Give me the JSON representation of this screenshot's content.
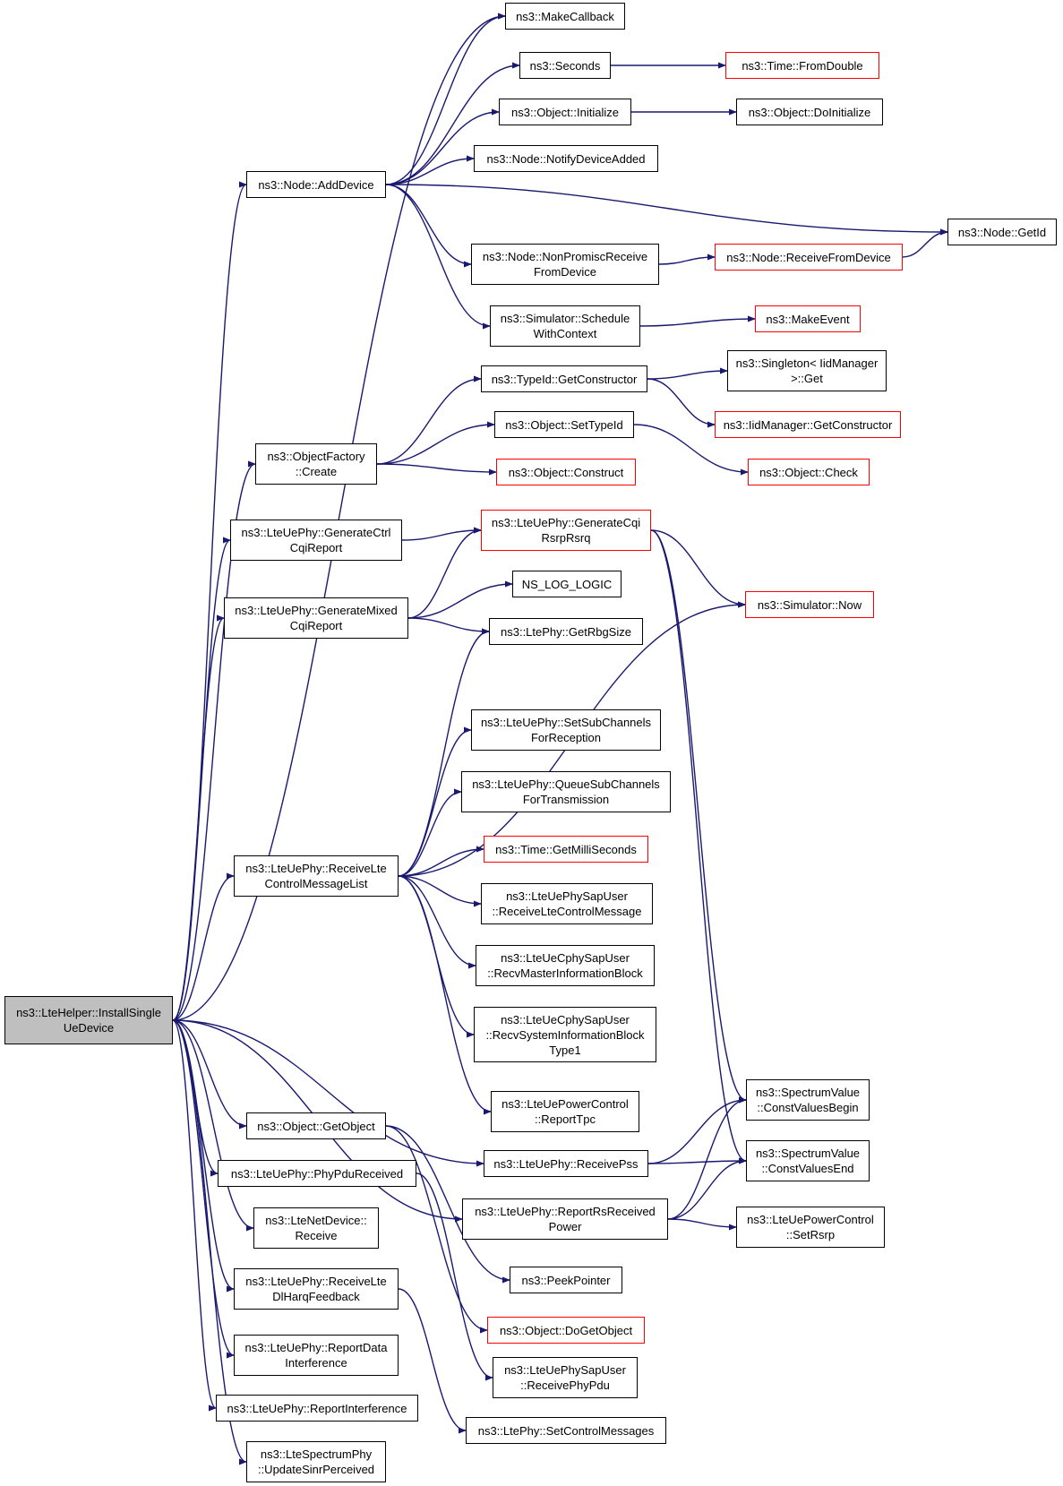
{
  "graph": {
    "type": "call-graph",
    "root": "ns3::LteHelper::InstallSingle UeDevice",
    "colors": {
      "edge": "#191970",
      "node_border": "#000000",
      "truncated_border": "#ff0000",
      "root_fill": "#bfbfbf"
    },
    "nodes": [
      {
        "id": "root",
        "label": "ns3::LteHelper::InstallSingle\nUeDevice",
        "style": "root"
      },
      {
        "id": "addDevice",
        "label": "ns3::Node::AddDevice",
        "style": "normal"
      },
      {
        "id": "makeCallback",
        "label": "ns3::MakeCallback",
        "style": "normal"
      },
      {
        "id": "seconds",
        "label": "ns3::Seconds",
        "style": "normal"
      },
      {
        "id": "fromDouble",
        "label": "ns3::Time::FromDouble",
        "style": "truncated"
      },
      {
        "id": "objInit",
        "label": "ns3::Object::Initialize",
        "style": "normal"
      },
      {
        "id": "doInit",
        "label": "ns3::Object::DoInitialize",
        "style": "normal"
      },
      {
        "id": "notifyAdded",
        "label": "ns3::Node::NotifyDeviceAdded",
        "style": "normal"
      },
      {
        "id": "getId",
        "label": "ns3::Node::GetId",
        "style": "normal"
      },
      {
        "id": "nonPromisc",
        "label": "ns3::Node::NonPromiscReceive\nFromDevice",
        "style": "normal"
      },
      {
        "id": "recvFromDev",
        "label": "ns3::Node::ReceiveFromDevice",
        "style": "truncated"
      },
      {
        "id": "schedCtx",
        "label": "ns3::Simulator::Schedule\nWithContext",
        "style": "normal"
      },
      {
        "id": "makeEvent",
        "label": "ns3::MakeEvent",
        "style": "truncated"
      },
      {
        "id": "getCtor",
        "label": "ns3::TypeId::GetConstructor",
        "style": "normal"
      },
      {
        "id": "singleton",
        "label": "ns3::Singleton< IidManager\n>::Get",
        "style": "normal"
      },
      {
        "id": "iidCtor",
        "label": "ns3::IidManager::GetConstructor",
        "style": "truncated"
      },
      {
        "id": "objFactory",
        "label": "ns3::ObjectFactory\n::Create",
        "style": "normal"
      },
      {
        "id": "setTypeId",
        "label": "ns3::Object::SetTypeId",
        "style": "normal"
      },
      {
        "id": "objCheck",
        "label": "ns3::Object::Check",
        "style": "truncated"
      },
      {
        "id": "construct",
        "label": "ns3::Object::Construct",
        "style": "truncated"
      },
      {
        "id": "genCtrl",
        "label": "ns3::LteUePhy::GenerateCtrl\nCqiReport",
        "style": "normal"
      },
      {
        "id": "genCqiRsrp",
        "label": "ns3::LteUePhy::GenerateCqi\nRsrpRsrq",
        "style": "truncated"
      },
      {
        "id": "nsLog",
        "label": "NS_LOG_LOGIC",
        "style": "normal"
      },
      {
        "id": "simNow",
        "label": "ns3::Simulator::Now",
        "style": "truncated"
      },
      {
        "id": "genMixed",
        "label": "ns3::LteUePhy::GenerateMixed\nCqiReport",
        "style": "normal"
      },
      {
        "id": "rbgSize",
        "label": "ns3::LtePhy::GetRbgSize",
        "style": "normal"
      },
      {
        "id": "setSubCh",
        "label": "ns3::LteUePhy::SetSubChannels\nForReception",
        "style": "normal"
      },
      {
        "id": "queueSubCh",
        "label": "ns3::LteUePhy::QueueSubChannels\nForTransmission",
        "style": "normal"
      },
      {
        "id": "getMilli",
        "label": "ns3::Time::GetMilliSeconds",
        "style": "truncated"
      },
      {
        "id": "recvLteCtrl",
        "label": "ns3::LteUePhy::ReceiveLte\nControlMessageList",
        "style": "normal"
      },
      {
        "id": "sapRecvCtrl",
        "label": "ns3::LteUePhySapUser\n::ReceiveLteControlMessage",
        "style": "normal"
      },
      {
        "id": "recvMib",
        "label": "ns3::LteUeCphySapUser\n::RecvMasterInformationBlock",
        "style": "normal"
      },
      {
        "id": "recvSib",
        "label": "ns3::LteUeCphySapUser\n::RecvSystemInformationBlock\nType1",
        "style": "normal"
      },
      {
        "id": "reportTpc",
        "label": "ns3::LteUePowerControl\n::ReportTpc",
        "style": "normal"
      },
      {
        "id": "cvBegin",
        "label": "ns3::SpectrumValue\n::ConstValuesBegin",
        "style": "normal"
      },
      {
        "id": "cvEnd",
        "label": "ns3::SpectrumValue\n::ConstValuesEnd",
        "style": "normal"
      },
      {
        "id": "getObject",
        "label": "ns3::Object::GetObject",
        "style": "normal"
      },
      {
        "id": "recvPss",
        "label": "ns3::LteUePhy::ReceivePss",
        "style": "normal"
      },
      {
        "id": "phyPdu",
        "label": "ns3::LteUePhy::PhyPduReceived",
        "style": "normal"
      },
      {
        "id": "reportRs",
        "label": "ns3::LteUePhy::ReportRsReceived\nPower",
        "style": "normal"
      },
      {
        "id": "setRsrp",
        "label": "ns3::LteUePowerControl\n::SetRsrp",
        "style": "normal"
      },
      {
        "id": "netDevRecv",
        "label": "ns3::LteNetDevice::\nReceive",
        "style": "normal"
      },
      {
        "id": "peek",
        "label": "ns3::PeekPointer",
        "style": "normal"
      },
      {
        "id": "dlHarq",
        "label": "ns3::LteUePhy::ReceiveLte\nDlHarqFeedback",
        "style": "normal"
      },
      {
        "id": "doGetObj",
        "label": "ns3::Object::DoGetObject",
        "style": "truncated"
      },
      {
        "id": "reportData",
        "label": "ns3::LteUePhy::ReportData\nInterference",
        "style": "normal"
      },
      {
        "id": "sapRecvPdu",
        "label": "ns3::LteUePhySapUser\n::ReceivePhyPdu",
        "style": "normal"
      },
      {
        "id": "reportInt",
        "label": "ns3::LteUePhy::ReportInterference",
        "style": "normal"
      },
      {
        "id": "setCtrlMsg",
        "label": "ns3::LtePhy::SetControlMessages",
        "style": "normal"
      },
      {
        "id": "updSinr",
        "label": "ns3::LteSpectrumPhy\n::UpdateSinrPerceived",
        "style": "normal"
      }
    ],
    "edges": [
      [
        "root",
        "addDevice"
      ],
      [
        "root",
        "makeCallback"
      ],
      [
        "root",
        "objFactory"
      ],
      [
        "root",
        "genCtrl"
      ],
      [
        "root",
        "genMixed"
      ],
      [
        "root",
        "recvLteCtrl"
      ],
      [
        "root",
        "getObject"
      ],
      [
        "root",
        "recvPss"
      ],
      [
        "root",
        "reportRs"
      ],
      [
        "root",
        "phyPdu"
      ],
      [
        "root",
        "netDevRecv"
      ],
      [
        "root",
        "dlHarq"
      ],
      [
        "root",
        "reportData"
      ],
      [
        "root",
        "reportInt"
      ],
      [
        "root",
        "updSinr"
      ],
      [
        "addDevice",
        "makeCallback"
      ],
      [
        "addDevice",
        "seconds"
      ],
      [
        "addDevice",
        "objInit"
      ],
      [
        "addDevice",
        "notifyAdded"
      ],
      [
        "addDevice",
        "getId"
      ],
      [
        "addDevice",
        "nonPromisc"
      ],
      [
        "addDevice",
        "schedCtx"
      ],
      [
        "seconds",
        "fromDouble"
      ],
      [
        "objInit",
        "doInit"
      ],
      [
        "nonPromisc",
        "recvFromDev"
      ],
      [
        "recvFromDev",
        "getId"
      ],
      [
        "schedCtx",
        "makeEvent"
      ],
      [
        "objFactory",
        "getCtor"
      ],
      [
        "objFactory",
        "setTypeId"
      ],
      [
        "objFactory",
        "construct"
      ],
      [
        "getCtor",
        "singleton"
      ],
      [
        "getCtor",
        "iidCtor"
      ],
      [
        "setTypeId",
        "objCheck"
      ],
      [
        "genCtrl",
        "genCqiRsrp"
      ],
      [
        "genMixed",
        "genCqiRsrp"
      ],
      [
        "genMixed",
        "nsLog"
      ],
      [
        "genMixed",
        "rbgSize"
      ],
      [
        "genCqiRsrp",
        "simNow"
      ],
      [
        "genCqiRsrp",
        "cvBegin"
      ],
      [
        "genCqiRsrp",
        "cvEnd"
      ],
      [
        "recvLteCtrl",
        "rbgSize"
      ],
      [
        "recvLteCtrl",
        "simNow"
      ],
      [
        "recvLteCtrl",
        "setSubCh"
      ],
      [
        "recvLteCtrl",
        "queueSubCh"
      ],
      [
        "recvLteCtrl",
        "getMilli"
      ],
      [
        "recvLteCtrl",
        "sapRecvCtrl"
      ],
      [
        "recvLteCtrl",
        "recvMib"
      ],
      [
        "recvLteCtrl",
        "recvSib"
      ],
      [
        "recvLteCtrl",
        "reportTpc"
      ],
      [
        "recvPss",
        "cvBegin"
      ],
      [
        "recvPss",
        "cvEnd"
      ],
      [
        "reportRs",
        "cvBegin"
      ],
      [
        "reportRs",
        "cvEnd"
      ],
      [
        "reportRs",
        "setRsrp"
      ],
      [
        "getObject",
        "peek"
      ],
      [
        "getObject",
        "doGetObj"
      ],
      [
        "phyPdu",
        "sapRecvPdu"
      ],
      [
        "dlHarq",
        "setCtrlMsg"
      ]
    ]
  }
}
